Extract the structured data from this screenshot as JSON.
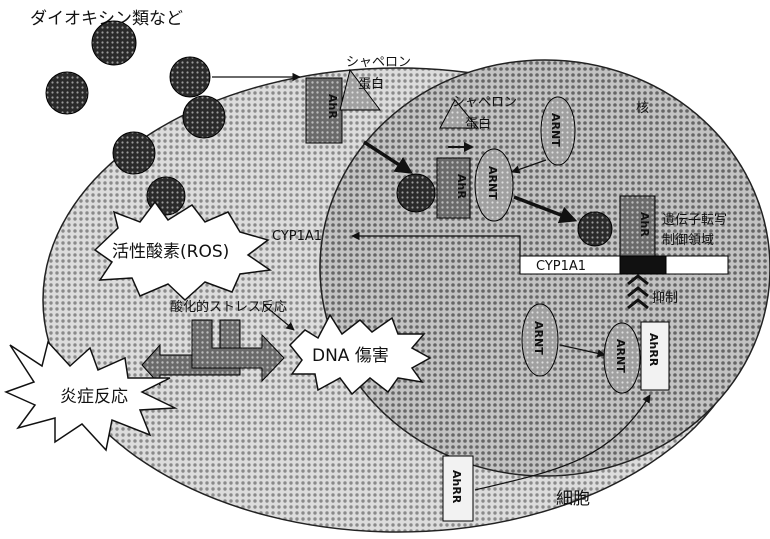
{
  "title": "ダイオキシン類など",
  "cell_label": "細胞",
  "nucleus_label": "核",
  "chaperone_label_1": "シャペロン",
  "chaperone_label_2": "蛋白",
  "chaperone_nuc_label_1": "シャペロン",
  "chaperone_nuc_label_2": "蛋白",
  "ahr_label": "AhR",
  "arnt_label": "ARNT",
  "ahrr_label": "AhRR",
  "cyp_label_out": "CYP1A1",
  "cyp_gene_label": "CYP1A1",
  "reg_region_label_1": "遺伝子転写",
  "reg_region_label_2": "制御領域",
  "inhibit_label": "抑制",
  "ros_label": "活性酸素(ROS)",
  "oxidative_stress_label": "酸化的ストレス反応",
  "dna_damage_label": "DNA 傷害",
  "inflammation_label": "炎症反応",
  "colors": {
    "cell_fill": "#d0d0d0",
    "nucleus_fill": "#b4b4b4",
    "dioxin": "#2a2a2a",
    "ahr": "#6a6a6a",
    "arnt": "#9a9a9a",
    "black_box": "#111111"
  }
}
